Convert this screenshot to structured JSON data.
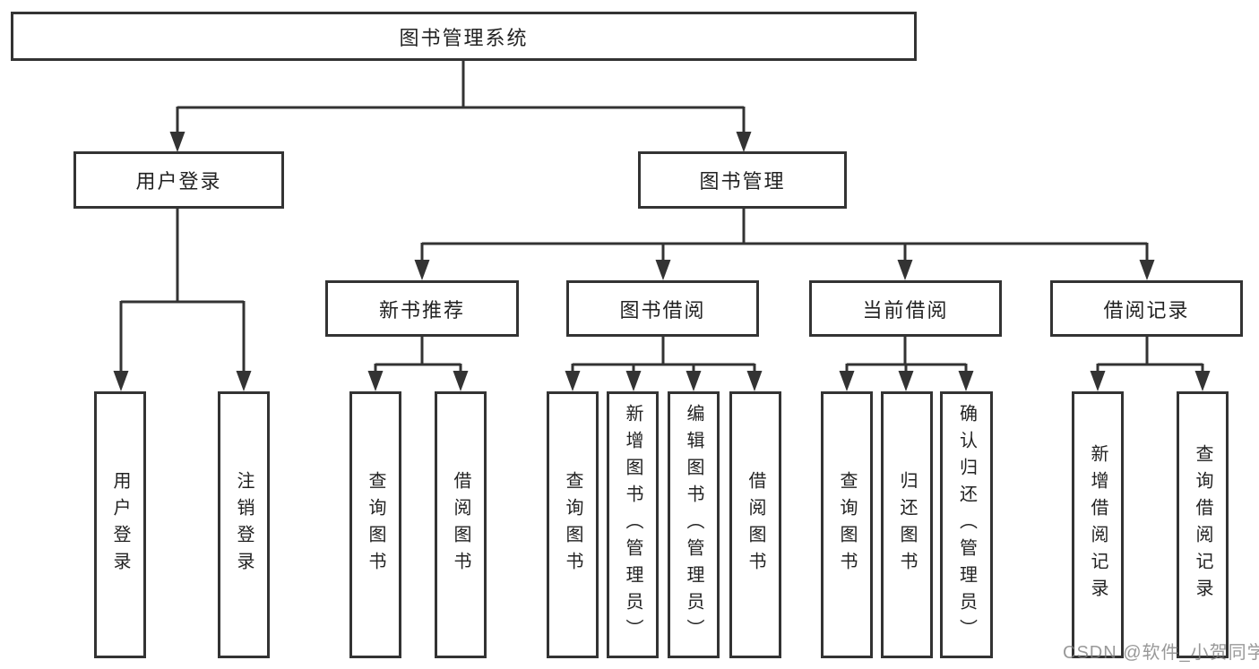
{
  "tree": {
    "label": "图书管理系统",
    "children": [
      {
        "label": "用户登录",
        "children": [
          {
            "label": "用户登录"
          },
          {
            "label": "注销登录"
          }
        ]
      },
      {
        "label": "图书管理",
        "children": [
          {
            "label": "新书推荐",
            "children": [
              {
                "label": "查询图书"
              },
              {
                "label": "借阅图书"
              }
            ]
          },
          {
            "label": "图书借阅",
            "children": [
              {
                "label": "查询图书"
              },
              {
                "label": "新增图书（管理员）"
              },
              {
                "label": "编辑图书（管理员）"
              },
              {
                "label": "借阅图书"
              }
            ]
          },
          {
            "label": "当前借阅",
            "children": [
              {
                "label": "查询图书"
              },
              {
                "label": "归还图书"
              },
              {
                "label": "确认归还（管理员）"
              }
            ]
          },
          {
            "label": "借阅记录",
            "children": [
              {
                "label": "新增借阅记录"
              },
              {
                "label": "查询借阅记录"
              }
            ]
          }
        ]
      }
    ]
  },
  "watermark": {
    "text": "CSDN @软件_小贺同学"
  },
  "colors": {
    "line": "#333333",
    "box_border": "#333333",
    "text": "#222222",
    "background": "#ffffff",
    "watermark": "#808080"
  }
}
